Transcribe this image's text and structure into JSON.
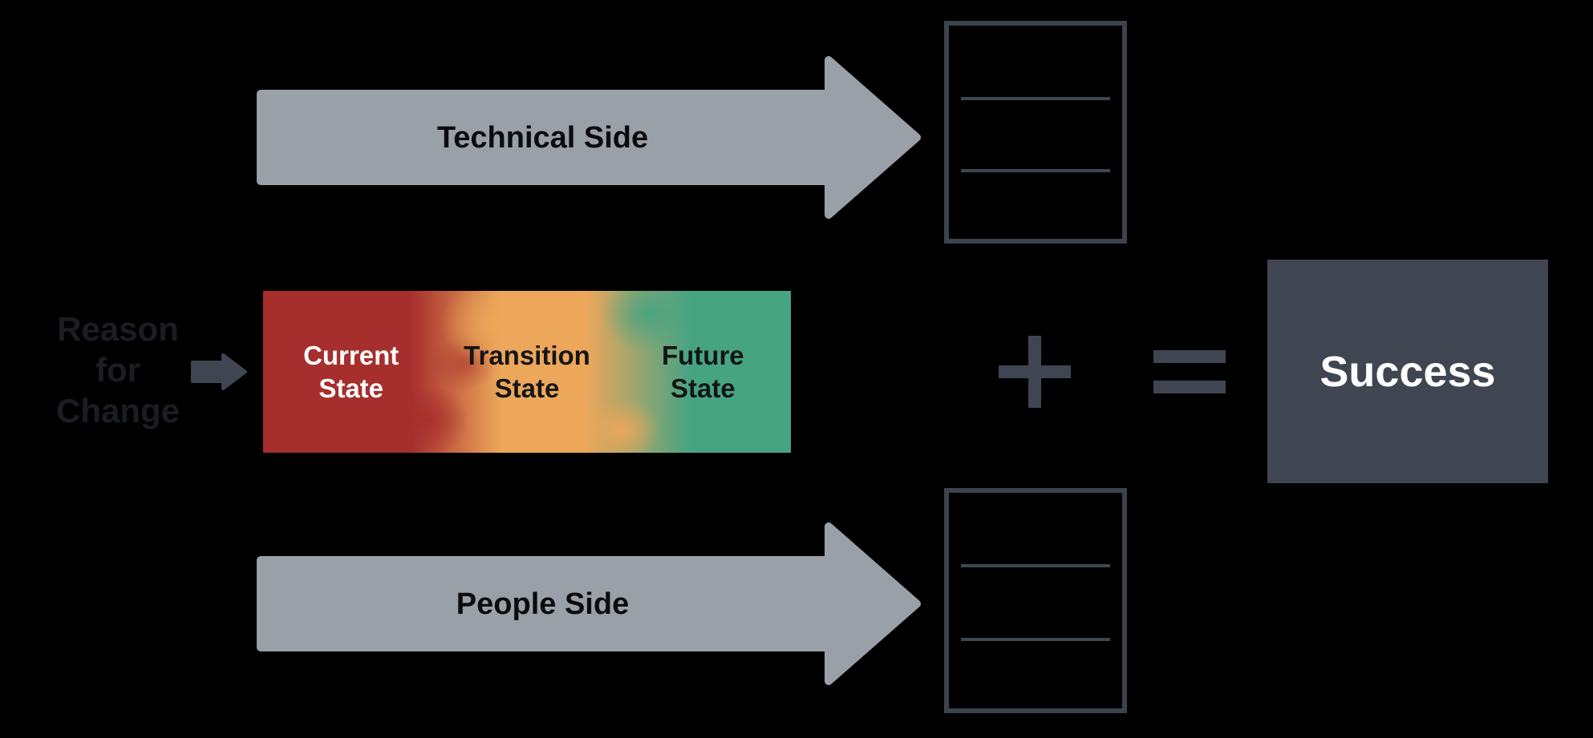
{
  "reason_label": {
    "line1": "Reason",
    "line2": "for",
    "line3": "Change"
  },
  "technical_arrow": {
    "label": "Technical Side"
  },
  "people_arrow": {
    "label": "People Side"
  },
  "state_bar": {
    "states": [
      {
        "name": "Current State",
        "line1": "Current",
        "line2": "State"
      },
      {
        "name": "Transition State",
        "line1": "Transition",
        "line2": "State"
      },
      {
        "name": "Future State",
        "line1": "Future",
        "line2": "State"
      }
    ]
  },
  "operators": {
    "plus": "+",
    "equals": "="
  },
  "success_box": {
    "label": "Success"
  },
  "colors": {
    "background": "#000000",
    "arrow_gray": "#9AA0A8",
    "slate": "#3F4651",
    "box_border": "#3C434C",
    "box_line": "#3E4750",
    "red": "#A62E2D",
    "orange": "#ECA75A",
    "teal": "#46A483",
    "reason_text": "#1A1E23",
    "label_black": "#0B0C0E",
    "white": "#FFFFFF"
  }
}
